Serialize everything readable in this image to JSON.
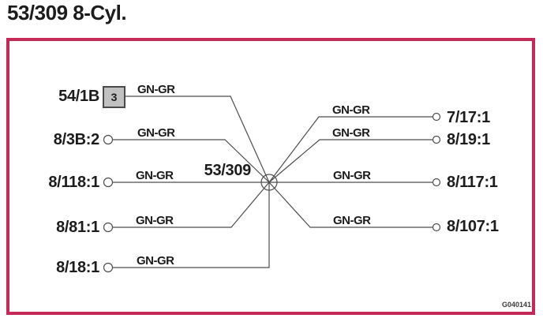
{
  "title": "53/309 8-Cyl.",
  "figure_id": "G040141",
  "splice": {
    "label": "53/309"
  },
  "left_terminals": [
    {
      "label": "54/1B",
      "pin": "3",
      "wire_color": "GN-GR"
    },
    {
      "label": "8/3B:2",
      "wire_color": "GN-GR"
    },
    {
      "label": "8/118:1",
      "wire_color": "GN-GR"
    },
    {
      "label": "8/81:1",
      "wire_color": "GN-GR"
    },
    {
      "label": "8/18:1",
      "wire_color": "GN-GR"
    }
  ],
  "right_terminals": [
    {
      "label": "7/17:1",
      "wire_color": "GN-GR"
    },
    {
      "label": "8/19:1",
      "wire_color": "GN-GR"
    },
    {
      "label": "8/117:1",
      "wire_color": "GN-GR"
    },
    {
      "label": "8/107:1",
      "wire_color": "GN-GR"
    }
  ],
  "colors": {
    "frame": "#C42A55",
    "wire": "#4d4d4d",
    "text": "#1c1c1c",
    "connector_fill": "#c1c1c1"
  }
}
